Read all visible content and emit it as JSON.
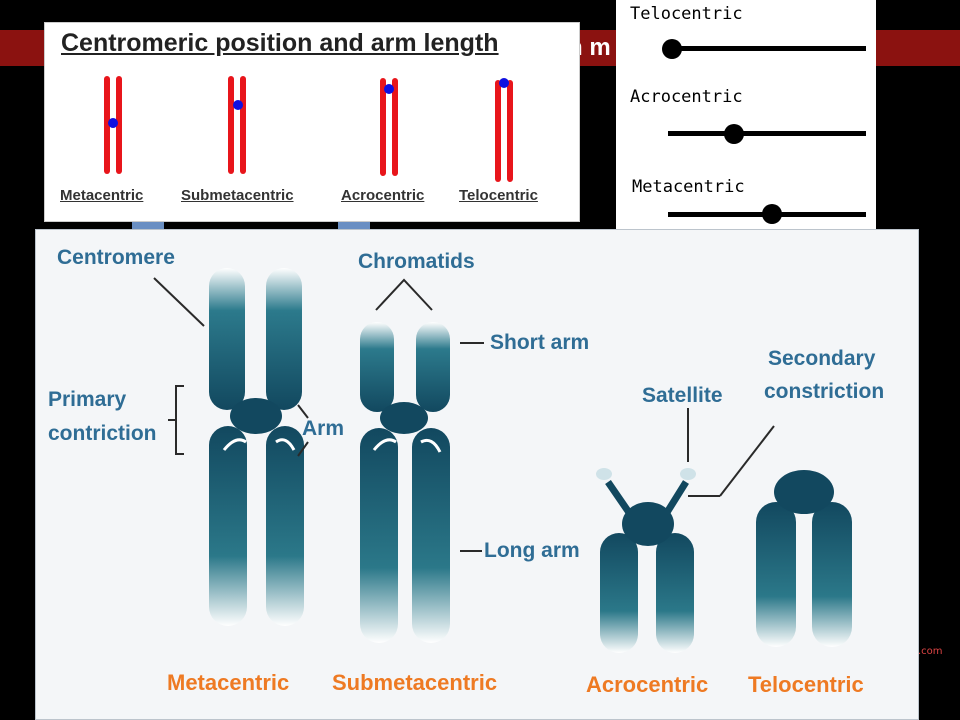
{
  "banner": {
    "text": "n m"
  },
  "top_panel": {
    "title": "Centromeric position and arm length",
    "labels": [
      "Metacentric",
      "Submetacentric",
      "Acrocentric",
      "Telocentric"
    ]
  },
  "sliders": [
    {
      "label": "Telocentric",
      "value": 0.0
    },
    {
      "label": "Acrocentric",
      "value": 0.33
    },
    {
      "label": "Metacentric",
      "value": 0.52
    }
  ],
  "diagram": {
    "centromere": "Centromere",
    "chromatids": "Chromatids",
    "short_arm": "Short arm",
    "primary": "Primary",
    "contriction": "contriction",
    "arm": "Arm",
    "satellite": "Satellite",
    "secondary": "Secondary",
    "constriction": "constriction",
    "long_arm": "Long arm",
    "types": [
      "Metacentric",
      "Submetacentric",
      "Acrocentric",
      "Telocentric"
    ]
  },
  "footer_mark": ".com",
  "colors": {
    "banner": "#8b1210",
    "label_blue": "#2f6d95",
    "label_orange": "#ee7a23",
    "chromosome_dark": "#12485f",
    "chromosome_light": "#ffffff",
    "red_chrom": "#e8151b",
    "centromere_dot": "#1010e0"
  }
}
